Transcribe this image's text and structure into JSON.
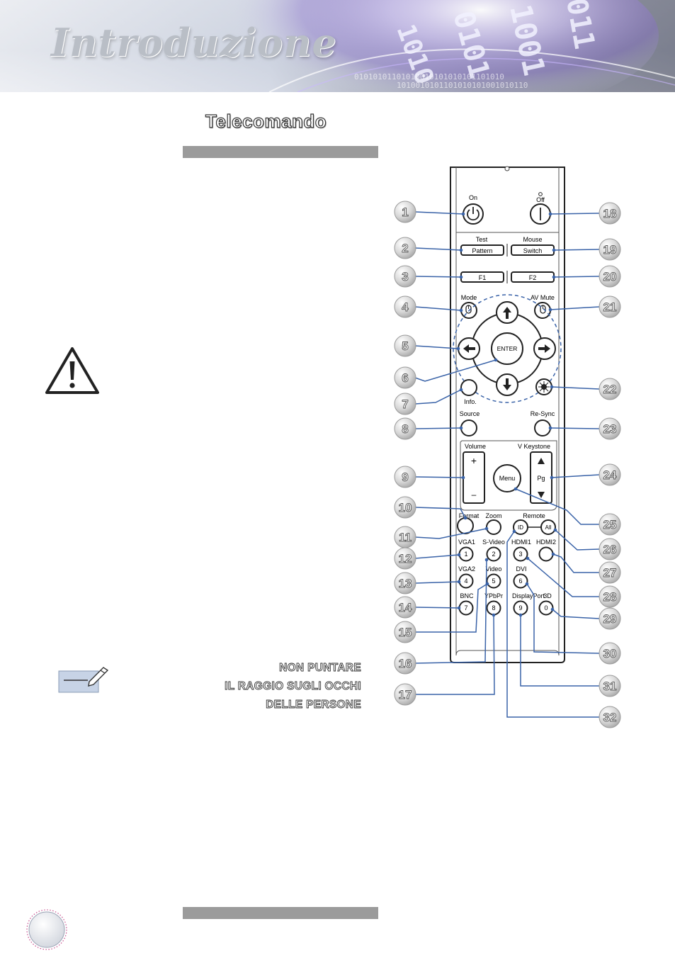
{
  "header": {
    "title": "Introduzione"
  },
  "section": {
    "title": "Telecomando"
  },
  "note": {
    "warning_lines": [
      "NON PUNTARE",
      "IL RAGGIO SUGLI OCCHI",
      "DELLE PERSONE"
    ]
  },
  "remote": {
    "labels": {
      "on": "On",
      "off": "Off",
      "test": "Test",
      "mouse": "Mouse",
      "pattern": "Pattern",
      "switch": "Switch",
      "f1": "F1",
      "f2": "F2",
      "mode": "Mode",
      "av_mute": "AV Mute",
      "enter": "ENTER",
      "info": "Info.",
      "source": "Source",
      "resync": "Re-Sync",
      "volume": "Volume",
      "vkeystone": "V Keystone",
      "plus": "+",
      "minus": "–",
      "menu": "Menu",
      "pg": "Pg",
      "format": "Format",
      "zoom": "Zoom",
      "remote": "Remote",
      "id": "ID",
      "all": "All",
      "vga1": "VGA1",
      "svideo": "S-Video",
      "hdmi1": "HDMI1",
      "hdmi2": "HDMI2",
      "vga2": "VGA2",
      "video": "Video",
      "dvi": "DVI",
      "bnc": "BNC",
      "ypbpr": "YPbPr",
      "displayport": "DisplayPort",
      "3d": "3D",
      "n1": "1",
      "n2": "2",
      "n3": "3",
      "n4": "4",
      "n5": "5",
      "n6": "6",
      "n7": "7",
      "n8": "8",
      "n9": "9",
      "n0": "0"
    },
    "callouts": [
      "1",
      "2",
      "3",
      "4",
      "5",
      "6",
      "7",
      "8",
      "9",
      "10",
      "11",
      "12",
      "13",
      "14",
      "15",
      "16",
      "17",
      "18",
      "19",
      "20",
      "21",
      "22",
      "23",
      "24",
      "25",
      "26",
      "27",
      "28",
      "29",
      "30",
      "31",
      "32"
    ]
  }
}
